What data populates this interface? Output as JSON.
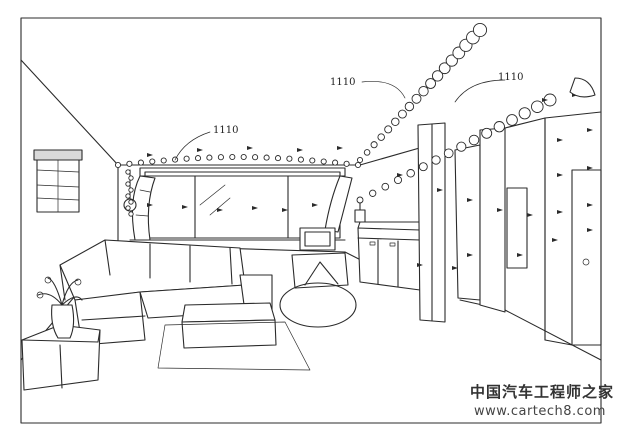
{
  "figure": {
    "reference_numerals": [
      "1110",
      "1110",
      "1110"
    ]
  },
  "icons": [
    "room-outline",
    "sofa",
    "side-table",
    "plant-vase",
    "window",
    "curtains",
    "television",
    "coffee-table",
    "rug",
    "cabinet",
    "column",
    "door",
    "light-string"
  ],
  "watermark": {
    "title": "中国汽车工程师之家",
    "url": "www.cartech8.com"
  }
}
